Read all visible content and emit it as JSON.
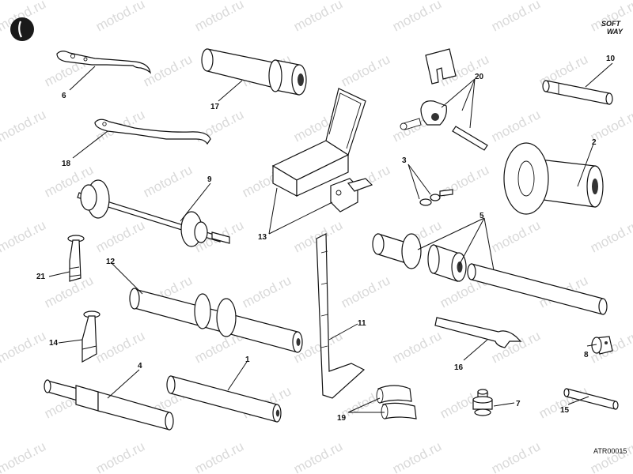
{
  "watermark": "motod.ru",
  "brand": {
    "line1": "SOFT",
    "line2": "WAY"
  },
  "code": "ATR00015",
  "callouts": [
    "6",
    "17",
    "18",
    "9",
    "21",
    "12",
    "14",
    "4",
    "1",
    "11",
    "19",
    "20",
    "10",
    "3",
    "2",
    "13",
    "5",
    "16",
    "8",
    "7",
    "15"
  ]
}
